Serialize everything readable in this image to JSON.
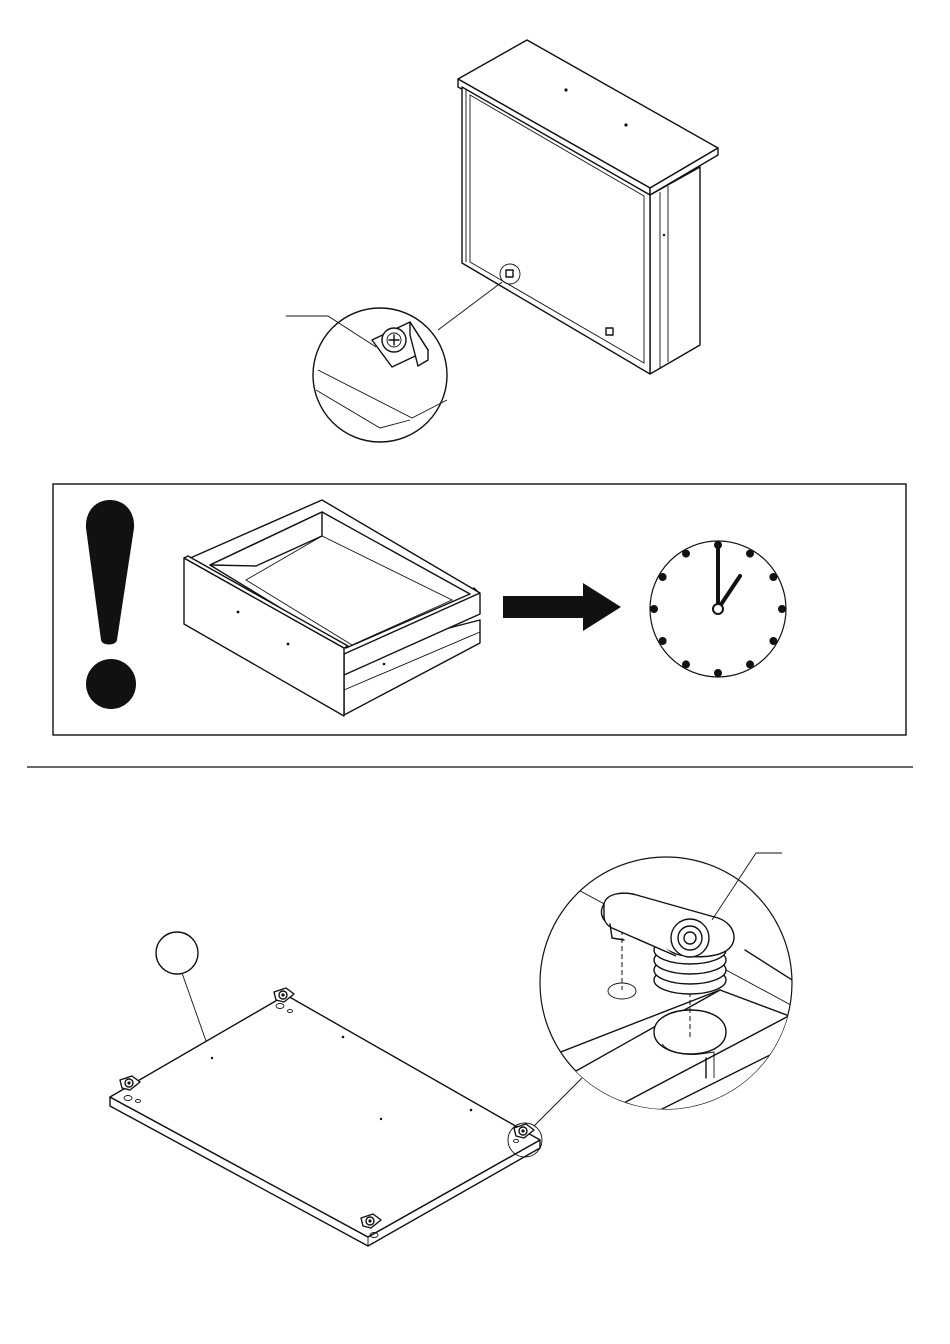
{
  "sections": [
    {
      "name": "cabinet-top-view",
      "caption": ""
    },
    {
      "name": "drawer-warning",
      "caption": ""
    },
    {
      "name": "panel-cam-fitting",
      "caption": ""
    }
  ],
  "icons": {
    "warning": "exclamation-icon",
    "direction": "arrow-right-icon",
    "time": "clock-icon"
  },
  "colors": {
    "line": "#111111",
    "background": "#ffffff"
  }
}
